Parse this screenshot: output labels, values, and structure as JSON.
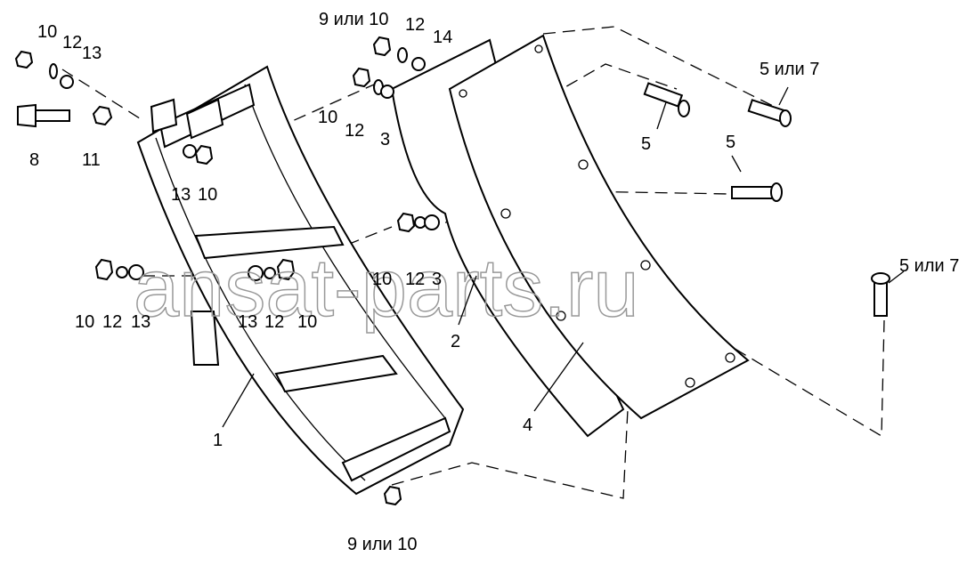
{
  "diagram": {
    "labels": [
      "10",
      "12",
      "13",
      "8",
      "11",
      "13",
      "10",
      "9 или 10",
      "12",
      "14",
      "10",
      "12",
      "3",
      "5 или 7",
      "5",
      "5",
      "10",
      "12",
      "3",
      "10",
      "12",
      "13",
      "13",
      "12",
      "10",
      "5 или 7",
      "2",
      "4",
      "1",
      "9 или 10"
    ],
    "watermark": "ansat-parts.ru"
  }
}
